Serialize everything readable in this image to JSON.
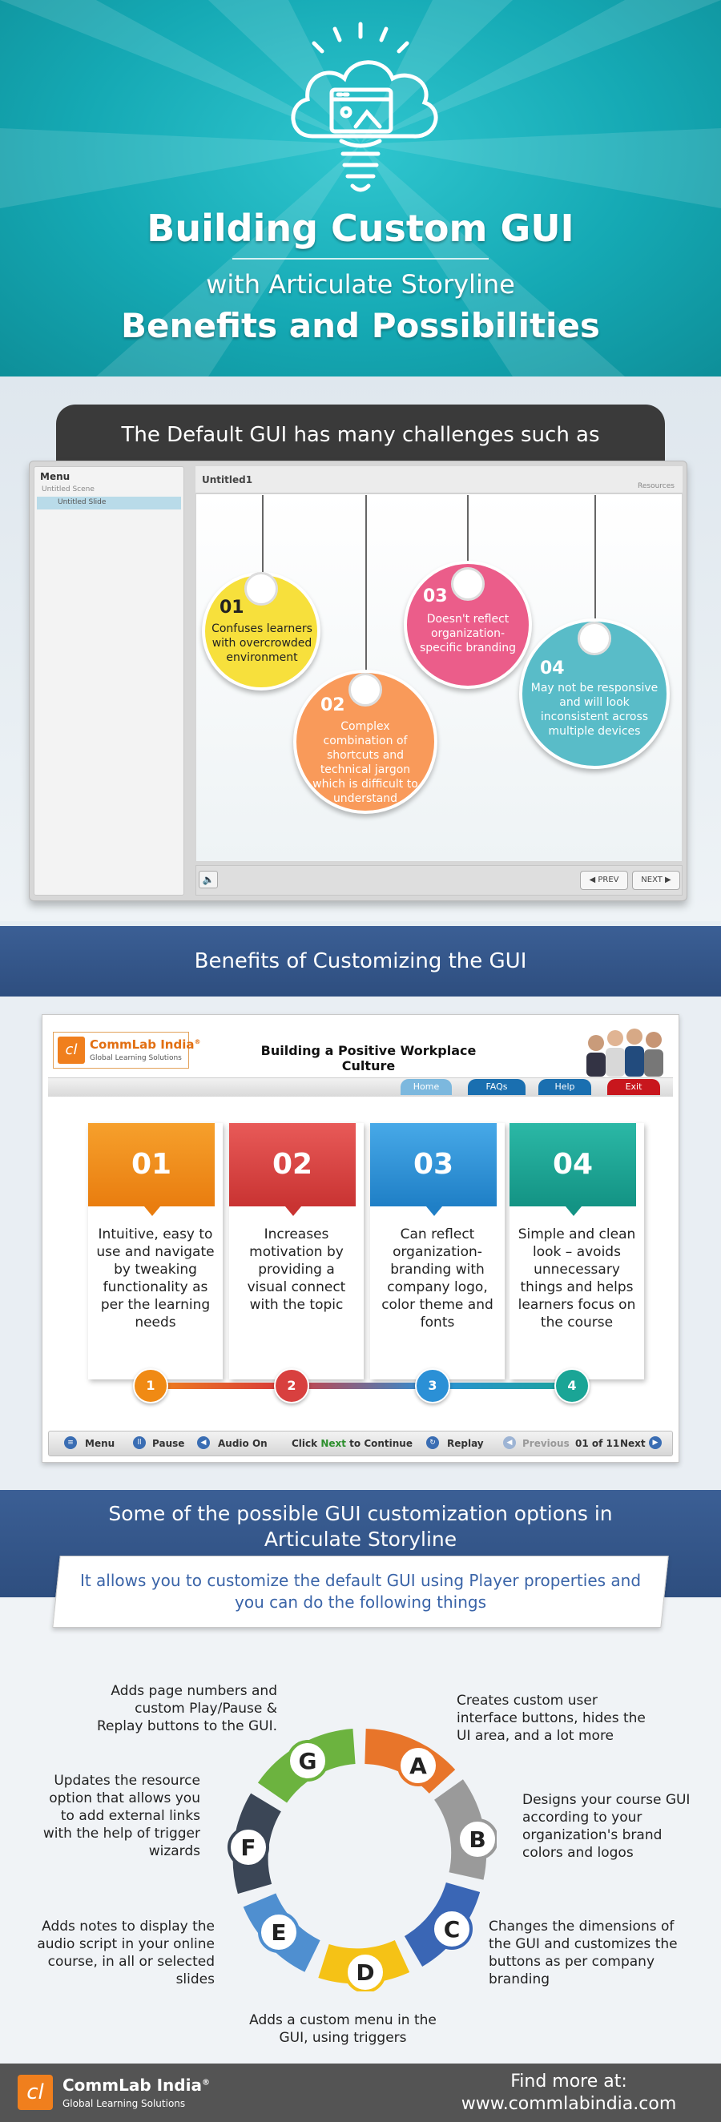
{
  "hero": {
    "title_line1": "Building Custom GUI",
    "title_line2": "with Articulate Storyline",
    "title_line3": "Benefits and Possibilities",
    "icon": "lightbulb-cloud-window-icon"
  },
  "default_gui": {
    "heading": "The Default GUI has many challenges such as",
    "player": {
      "menu_title": "Menu",
      "scene": "Untitled Scene",
      "slide": "Untitled Slide",
      "stage_title": "Untitled1",
      "resources": "Resources",
      "prev": "◀ PREV",
      "next": "NEXT ▶",
      "volume_icon": "speaker-icon"
    },
    "challenges": [
      {
        "num": "01",
        "text": "Confuses learners with overcrowded environment",
        "color": "#f7e03c"
      },
      {
        "num": "02",
        "text": "Complex combination of shortcuts and technical jargon which is difficult to understand",
        "color": "#f99a5a"
      },
      {
        "num": "03",
        "text": "Doesn't reflect organization-specific branding",
        "color": "#eb5d8a"
      },
      {
        "num": "04",
        "text": "May not be responsive and will look inconsistent across multiple devices",
        "color": "#59bcc8"
      }
    ]
  },
  "benefits": {
    "heading": "Benefits of Customizing the GUI",
    "logo_name": "CommLab India",
    "logo_reg": "®",
    "logo_sub": "Global Learning Solutions",
    "course_title": "Building a Positive Workplace Culture",
    "nav": {
      "home": "Home",
      "faqs": "FAQs",
      "help": "Help",
      "exit": "Exit"
    },
    "items": [
      {
        "num": "01",
        "text": "Intuitive, easy to use and navigate by tweaking functionality as per the learning needs",
        "color": "#f08a14",
        "dot": "1"
      },
      {
        "num": "02",
        "text": "Increases motivation by providing a visual connect with the topic",
        "color": "#d8403f",
        "dot": "2"
      },
      {
        "num": "03",
        "text": "Can reflect organization-branding with company logo, color theme and fonts",
        "color": "#2b90d6",
        "dot": "3"
      },
      {
        "num": "04",
        "text": "Simple and clean look – avoids unnecessary things and helps learners focus on the course",
        "color": "#1aa596",
        "dot": "4"
      }
    ],
    "bottom_bar": {
      "menu": "Menu",
      "pause": "Pause",
      "audio": "Audio On",
      "click_pre": "Click ",
      "click_next": "Next",
      "click_post": " to Continue",
      "replay": "Replay",
      "previous": "Previous",
      "page": "01 of 11",
      "next": "Next"
    }
  },
  "possibilities": {
    "heading_line1": "Some of the possible GUI customization options in",
    "heading_line2": "Articulate Storyline",
    "callout": "It allows you to customize the default GUI using Player properties and you can do the following things",
    "options": [
      {
        "letter": "A",
        "text": "Creates custom user interface buttons, hides the UI area, and a lot more",
        "color": "#e8752a"
      },
      {
        "letter": "B",
        "text": "Designs your course GUI according to your organization's brand colors and logos",
        "color": "#9a9a9a"
      },
      {
        "letter": "C",
        "text": "Changes the dimensions of the GUI and customizes the buttons as per company branding",
        "color": "#3a66b5"
      },
      {
        "letter": "D",
        "text": "Adds a custom menu in the GUI, using triggers",
        "color": "#f5c216"
      },
      {
        "letter": "E",
        "text": "Adds notes to display the audio script in your online course, in all or selected slides",
        "color": "#4f8fd0"
      },
      {
        "letter": "F",
        "text": "Updates the resource option that allows you to add external links with the help of trigger wizards",
        "color": "#3b4656"
      },
      {
        "letter": "G",
        "text": "Adds page numbers and custom Play/Pause & Replay buttons to the GUI.",
        "color": "#6cb33f"
      }
    ]
  },
  "footer": {
    "name": "CommLab India",
    "reg": "®",
    "sub": "Global Learning Solutions",
    "find": "Find more at:",
    "url": "www.commlabindia.com"
  }
}
